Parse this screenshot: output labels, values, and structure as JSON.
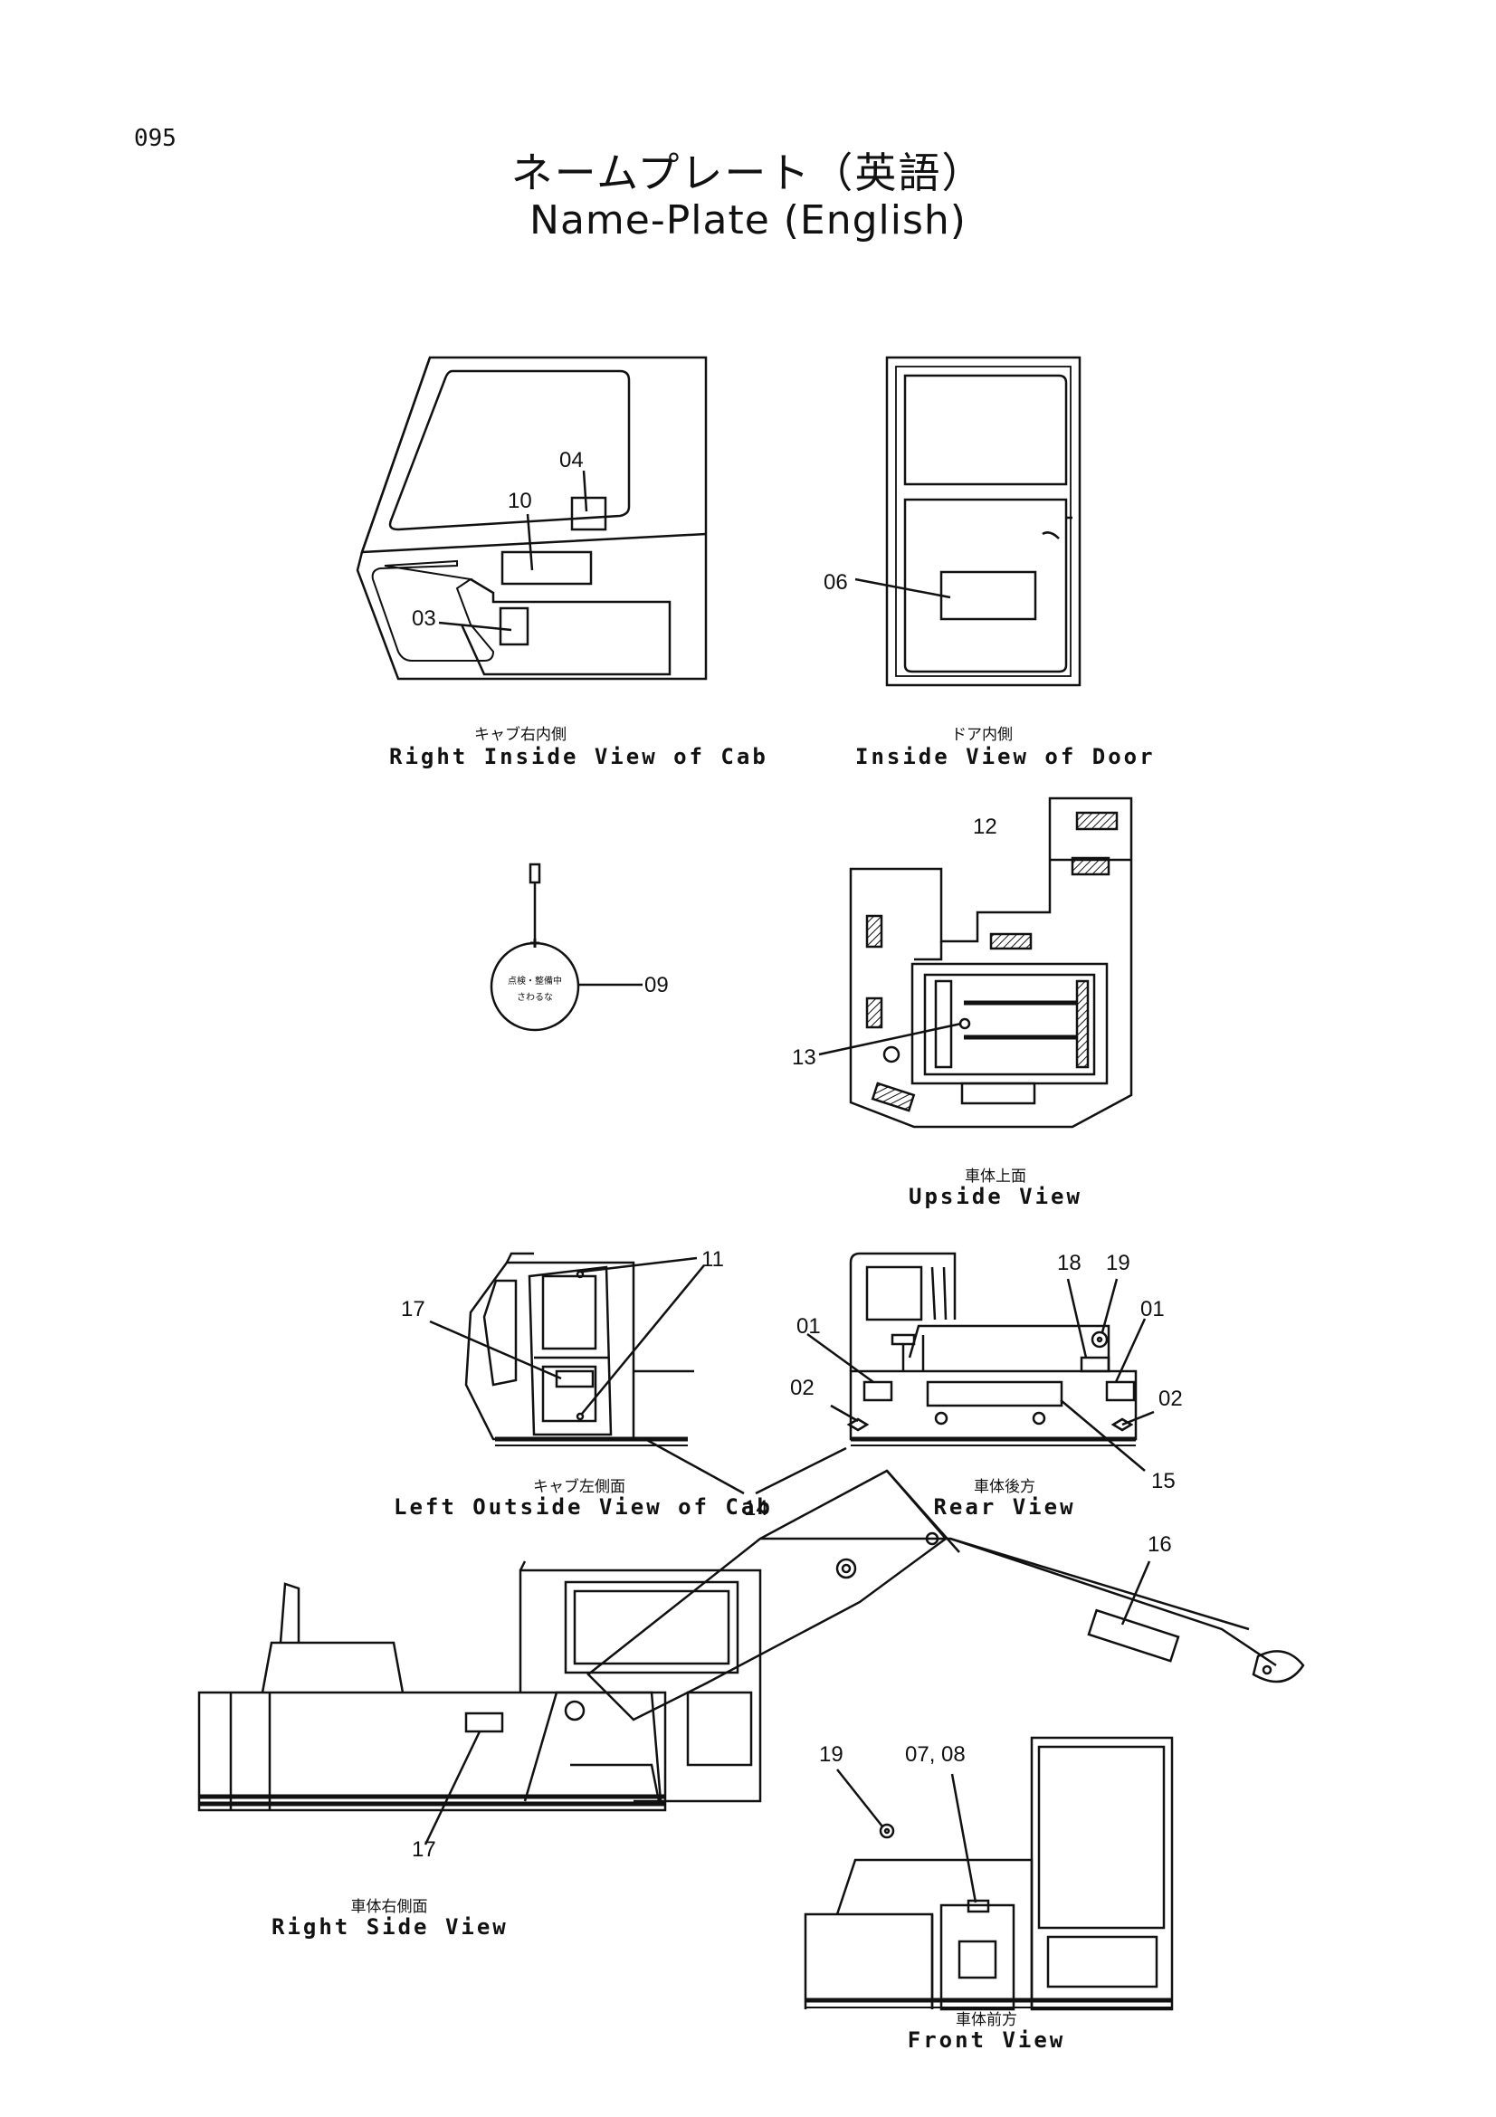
{
  "page_number": "095",
  "title_jp": "ネームプレート（英語）",
  "title_en": "Name-Plate (English)",
  "tag_text": [
    "点検・整備中",
    "さわるな"
  ],
  "views": {
    "cab_right": {
      "caption_jp": "キャブ右内側",
      "caption_en": "Right Inside View of Cab",
      "labels": [
        "04",
        "10",
        "03"
      ]
    },
    "door": {
      "caption_jp": "ドア内側",
      "caption_en": "Inside View of Door",
      "labels": [
        "06"
      ]
    },
    "tag": {
      "labels": [
        "09"
      ]
    },
    "upside": {
      "caption_jp": "車体上面",
      "caption_en": "Upside View",
      "labels": [
        "12",
        "13"
      ]
    },
    "cab_left": {
      "caption_jp": "キャブ左側面",
      "caption_en": "Left Outside View of Cab",
      "labels": [
        "11",
        "17"
      ]
    },
    "rear": {
      "caption_jp": "車体後方",
      "caption_en": "Rear View",
      "labels": [
        "18",
        "19",
        "01",
        "01",
        "02",
        "02",
        "15"
      ]
    },
    "shared": {
      "labels": [
        "14"
      ]
    },
    "side": {
      "caption_jp": "車体右側面",
      "caption_en": "Right Side View",
      "labels": [
        "16",
        "17"
      ]
    },
    "front": {
      "caption_jp": "車体前方",
      "caption_en": "Front View",
      "labels": [
        "19",
        "07, 08"
      ]
    }
  }
}
